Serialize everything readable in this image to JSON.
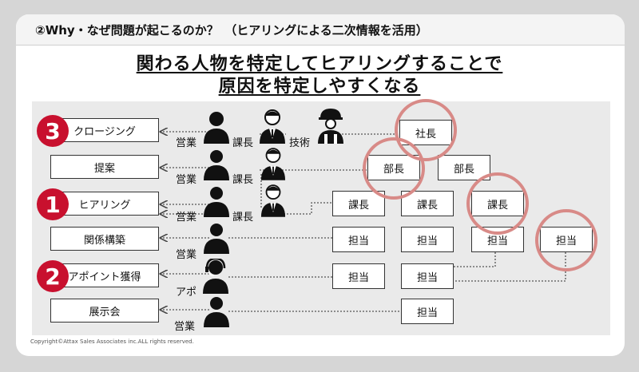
{
  "header": "②Why・なぜ問題が起こるのか？　（ヒアリングによる二次情報を活用）",
  "title": {
    "line1": "関わる人物を特定してヒアリングすることで",
    "line2": "原因を特定しやすくなる"
  },
  "steps": [
    {
      "label": "クロージング",
      "badge": "3"
    },
    {
      "label": "提案",
      "badge": ""
    },
    {
      "label": "ヒアリング",
      "badge": "1"
    },
    {
      "label": "関係構築",
      "badge": ""
    },
    {
      "label": "アポイント獲得",
      "badge": "2"
    },
    {
      "label": "展示会",
      "badge": ""
    }
  ],
  "roles": {
    "eigyo": "営業",
    "kacho": "課長",
    "gijutsu": "技術",
    "apo": "アポ"
  },
  "boxes": {
    "shacho": "社長",
    "bucho": "部長",
    "kacho": "課長",
    "tanto": "担当"
  },
  "copyright": "Copyright©Attax Sales Associates inc.ALL rights reserved.",
  "colors": {
    "badge": "#c8102e",
    "ring": "#d88a87",
    "panel": "#eaeaea"
  }
}
